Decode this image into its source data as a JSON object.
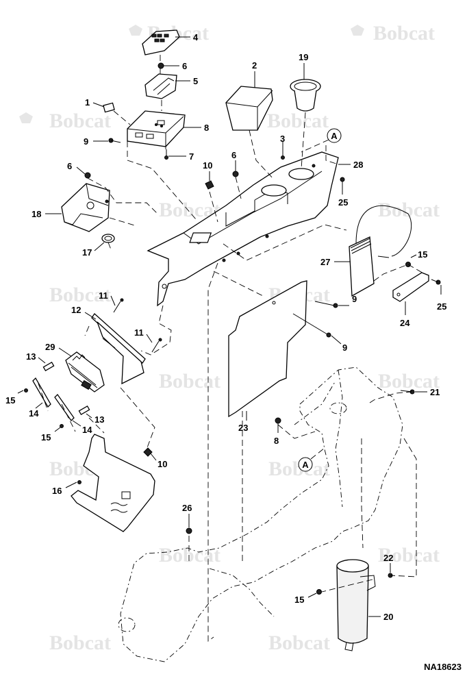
{
  "figure_code": "NA18623",
  "watermark": "Bobcat",
  "reference_marker": "A",
  "callouts": {
    "c1": "1",
    "c2": "2",
    "c3": "3",
    "c4": "4",
    "c5": "5",
    "c6a": "6",
    "c6b": "6",
    "c6c": "6",
    "c7": "7",
    "c8a": "8",
    "c8b": "8",
    "c9a": "9",
    "c9b": "9",
    "c9c": "9",
    "c10a": "10",
    "c10b": "10",
    "c11a": "11",
    "c11b": "11",
    "c12": "12",
    "c13a": "13",
    "c13b": "13",
    "c14a": "14",
    "c14b": "14",
    "c15a": "15",
    "c15b": "15",
    "c15c": "15",
    "c15d": "15",
    "c16": "16",
    "c17": "17",
    "c18": "18",
    "c19": "19",
    "c20": "20",
    "c21": "21",
    "c22": "22",
    "c23": "23",
    "c24": "24",
    "c25a": "25",
    "c25b": "25",
    "c26": "26",
    "c27": "27",
    "c28": "28",
    "c29": "29"
  }
}
